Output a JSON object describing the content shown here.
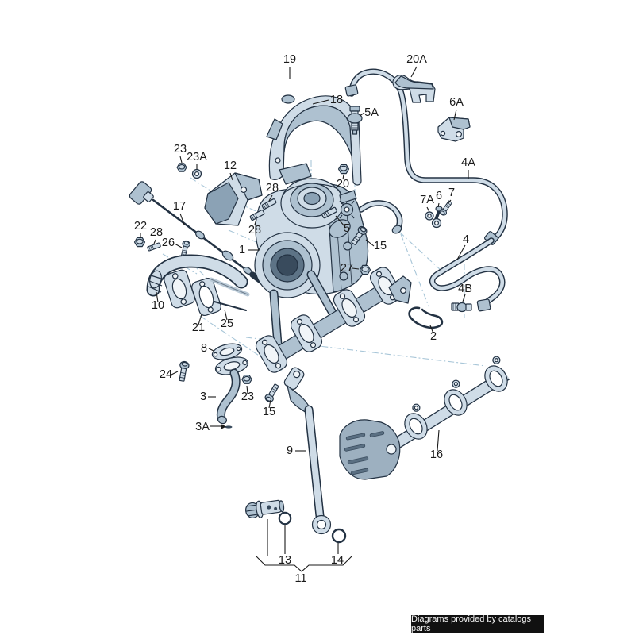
{
  "footer": {
    "text": "Diagrams provided by catalogs parts"
  },
  "colors": {
    "background": "#ffffff",
    "part_fill": "#cfdce7",
    "part_mid": "#aec1d0",
    "part_dark": "#8ba2b5",
    "outline": "#233243",
    "lead": "#1a1a1a",
    "guide": "#a8c6d8",
    "footer_bg": "#111111",
    "footer_text": "#f5f5f5"
  },
  "callouts": [
    "19",
    "18",
    "20A",
    "5A",
    "6A",
    "4A",
    "23",
    "23A",
    "12",
    "28",
    "20",
    "17",
    "7A",
    "6",
    "7",
    "22",
    "28",
    "28",
    "5",
    "26",
    "4",
    "1",
    "15",
    "27",
    "10",
    "25",
    "21",
    "4B",
    "2",
    "8",
    "24",
    "3",
    "23",
    "15",
    "3A",
    "9",
    "16",
    "13",
    "14",
    "11"
  ]
}
